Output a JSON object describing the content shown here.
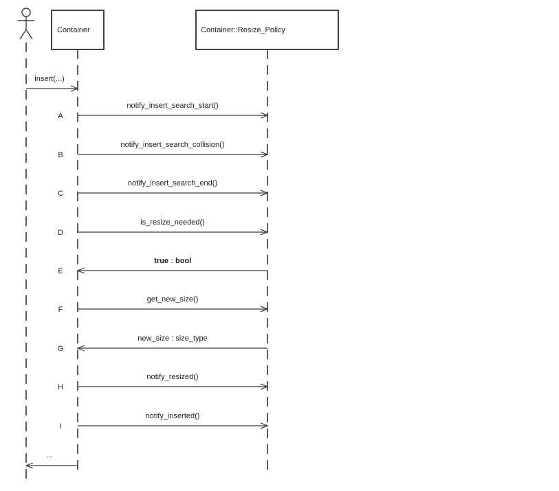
{
  "diagram": {
    "participants": {
      "container": "Container",
      "resize_policy": "Container::Resize_Policy"
    },
    "messages": [
      {
        "label": "insert(...)"
      },
      {
        "letter": "A",
        "label": "notify_insert_search_start()"
      },
      {
        "letter": "B",
        "label": "notify_insert_search_collision()"
      },
      {
        "letter": "C",
        "label": "notify_insert_search_end()"
      },
      {
        "letter": "D",
        "label": "is_resize_needed()"
      },
      {
        "letter": "E",
        "parts": {
          "left": "true",
          "colon": ":",
          "right": "bool"
        }
      },
      {
        "letter": "F",
        "label": "get_new_size()"
      },
      {
        "letter": "G",
        "label": "new_size : size_type"
      },
      {
        "letter": "H",
        "label": "notify_resized()"
      },
      {
        "letter": "I",
        "label": "notify_inserted()"
      },
      {
        "label": "..."
      }
    ],
    "colors": {
      "line": "#3a3a3a",
      "lifeline": "#4a4a4a",
      "background": "#ffffff"
    }
  }
}
